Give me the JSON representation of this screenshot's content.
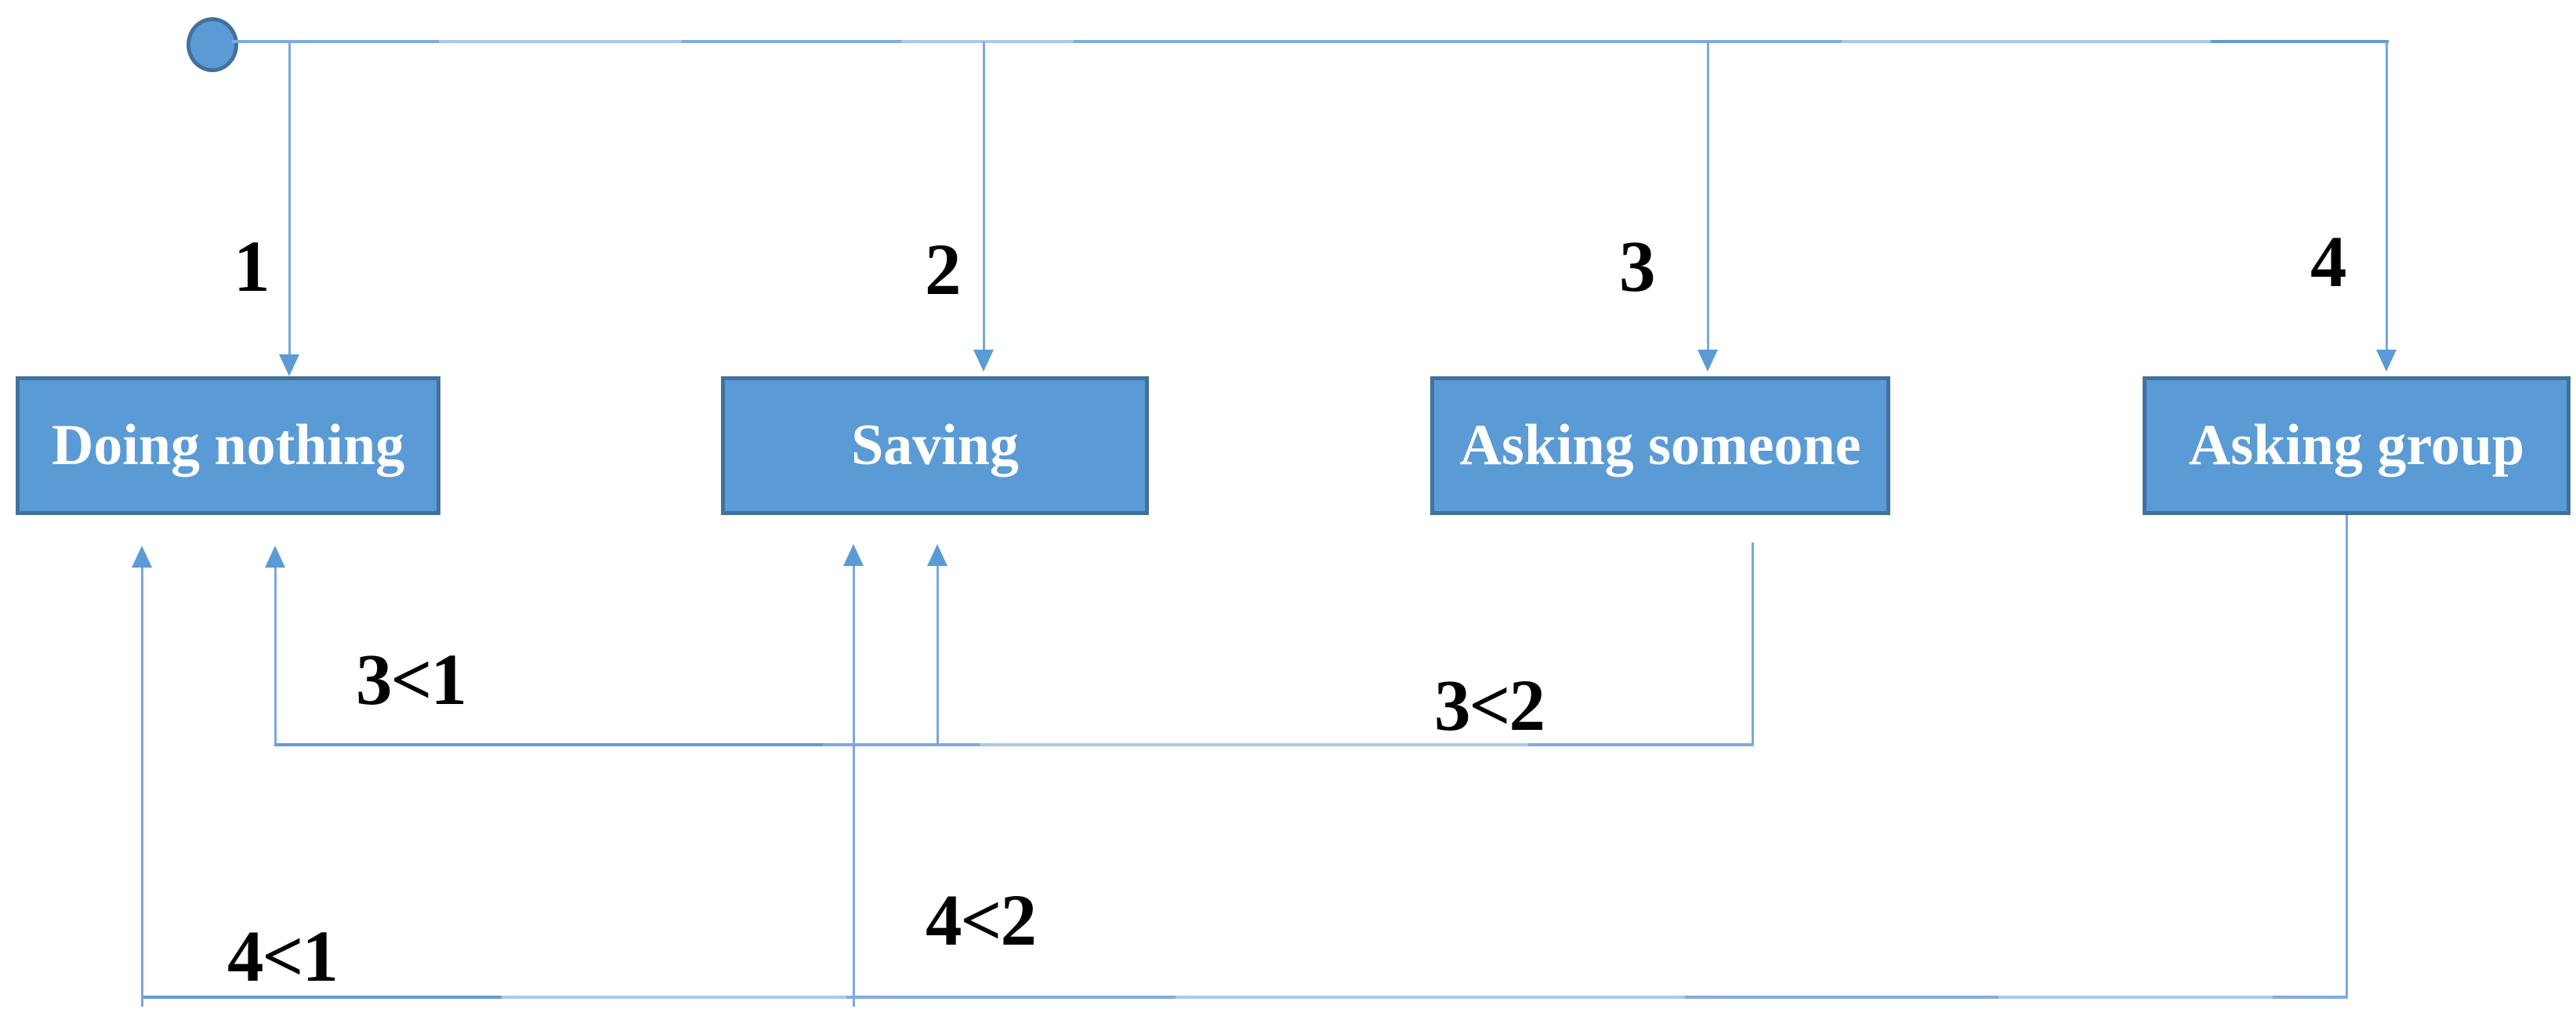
{
  "diagram": {
    "type": "state-transition-diagram",
    "initial_node": {
      "shape": "filled-circle"
    },
    "states": [
      {
        "label": "Doing nothing",
        "entry_number": "1"
      },
      {
        "label": "Saving",
        "entry_number": "2"
      },
      {
        "label": "Asking someone",
        "entry_number": "3"
      },
      {
        "label": "Asking group",
        "entry_number": "4"
      }
    ],
    "transition_labels": [
      "3<1",
      "3<2",
      "4<1",
      "4<2"
    ],
    "colors": {
      "shape_fill": "#5b9bd5",
      "shape_border": "#41719c",
      "connector": "#7facde",
      "connector_light": "#aac9e9",
      "connector_dark": "#649bd3",
      "arrowhead": "#5b9bd5",
      "box_text": "#ffffff",
      "label_text": "#000000",
      "background": "#ffffff"
    }
  }
}
